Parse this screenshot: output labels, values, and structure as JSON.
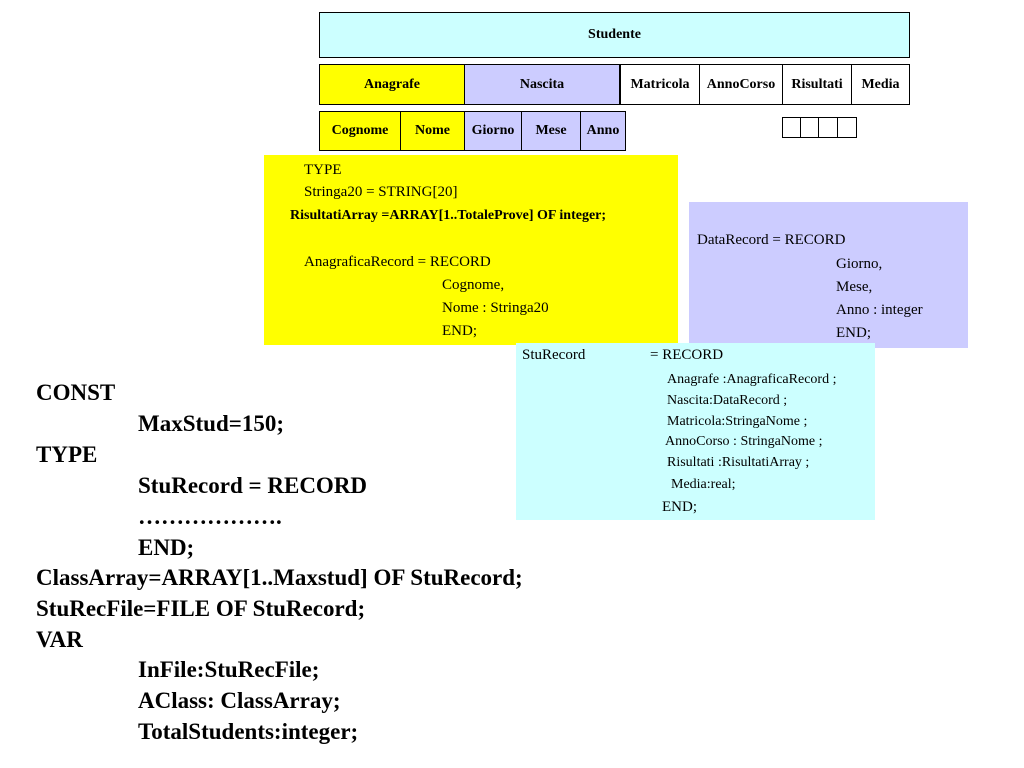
{
  "diagram": {
    "root": "Studente",
    "level1": {
      "anagrafe": "Anagrafe",
      "nascita": "Nascita",
      "matricola": "Matricola",
      "anno_corso": "AnnoCorso",
      "risultati": "Risultati",
      "media": "Media"
    },
    "level2": {
      "cognome": "Cognome",
      "nome": "Nome",
      "giorno": "Giorno",
      "mese": "Mese",
      "anno": "Anno"
    },
    "colors": {
      "cyan": "#ccffff",
      "yellow": "#ffff00",
      "lavender": "#ccccff"
    }
  },
  "yellow_panel": {
    "lines": [
      "TYPE",
      "Stringa20 = STRING[20]",
      "RisultatiArray  =ARRAY[1..TotaleProve] OF integer;",
      "AnagraficaRecord   = RECORD",
      "Cognome,",
      "Nome : Stringa20",
      "END;"
    ]
  },
  "lavender_panel": {
    "lines": [
      "DataRecord  = RECORD",
      "Giorno,",
      "Mese,",
      "Anno :  integer",
      "END;"
    ]
  },
  "cyan_panel": {
    "header_left": "StuRecord",
    "header_right": "= RECORD",
    "fields": [
      "Anagrafe :AnagraficaRecord ;",
      "Nascita:DataRecord ;",
      "Matricola:StringaNome ;",
      "AnnoCorso : StringaNome ;",
      "Risultati :RisultatiArray ;",
      "Media:real;"
    ],
    "end": "END;"
  },
  "main_code": {
    "lines": [
      "CONST",
      "MaxStud=150;",
      "TYPE",
      "StuRecord = RECORD",
      "……………….",
      "END;",
      "ClassArray=ARRAY[1..Maxstud] OF StuRecord;",
      "StuRecFile=FILE OF StuRecord;",
      "VAR",
      "InFile:StuRecFile;",
      "AClass: ClassArray;",
      "TotalStudents:integer;"
    ]
  }
}
